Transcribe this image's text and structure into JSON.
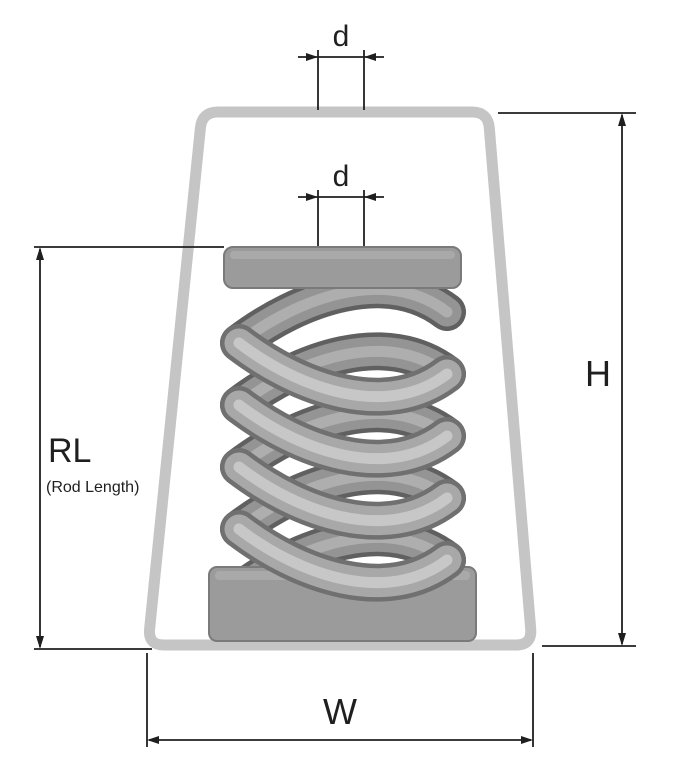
{
  "diagram": {
    "labels": {
      "top_rod_diameter": "d",
      "inner_rod_diameter": "d",
      "height": "H",
      "rod_length": "RL",
      "rod_length_caption": "(Rod Length)",
      "width": "W"
    }
  },
  "colors": {
    "line": "#1f1f1f",
    "housing": "#c5c5c5",
    "plate-fill": "#9b9b9b",
    "plate-edge": "#7a7a7a",
    "plate-highlight": "#b4b4b4",
    "coil-front-outline": "#707070",
    "coil-front-fill": "#a8a8a8",
    "coil-front-highlight": "#c7c7c7",
    "coil-back-outline": "#606060",
    "coil-back-fill": "#949494",
    "coil-back-highlight": "#aeaeae",
    "background": "#ffffff"
  }
}
